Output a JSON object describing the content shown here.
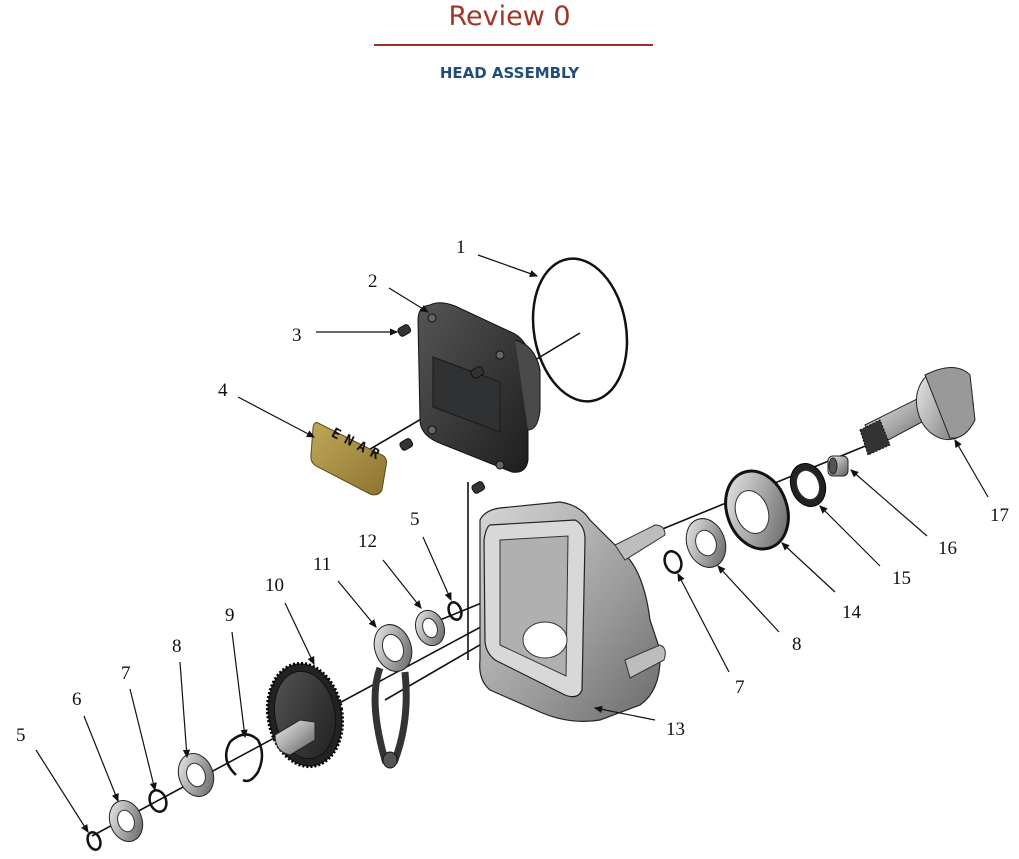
{
  "header": {
    "review": "Review 0",
    "title": "HEAD ASSEMBLY"
  },
  "colors": {
    "review_text": "#a0342a",
    "title_text": "#1f4e79",
    "plate_gold": "#a89040",
    "cover_dark": "#3a3d3f",
    "housing_grey": "#b8b8b8"
  },
  "diagram": {
    "type": "exploded-view",
    "nameplate_text": "ENAR",
    "callouts": [
      {
        "id": "c1",
        "label": "1",
        "part": "o-ring"
      },
      {
        "id": "c2",
        "label": "2",
        "part": "cover"
      },
      {
        "id": "c3",
        "label": "3",
        "part": "screw"
      },
      {
        "id": "c4",
        "label": "4",
        "part": "nameplate"
      },
      {
        "id": "c5a",
        "label": "5",
        "part": "snap-ring"
      },
      {
        "id": "c5b",
        "label": "5",
        "part": "snap-ring"
      },
      {
        "id": "c6",
        "label": "6",
        "part": "bearing"
      },
      {
        "id": "c7a",
        "label": "7",
        "part": "washer"
      },
      {
        "id": "c7b",
        "label": "7",
        "part": "washer"
      },
      {
        "id": "c8a",
        "label": "8",
        "part": "bearing"
      },
      {
        "id": "c8b",
        "label": "8",
        "part": "bearing"
      },
      {
        "id": "c9",
        "label": "9",
        "part": "circlip"
      },
      {
        "id": "c10",
        "label": "10",
        "part": "gear-shaft"
      },
      {
        "id": "c11",
        "label": "11",
        "part": "connecting-rod"
      },
      {
        "id": "c12",
        "label": "12",
        "part": "bearing"
      },
      {
        "id": "c13",
        "label": "13",
        "part": "housing"
      },
      {
        "id": "c14",
        "label": "14",
        "part": "seal-carrier"
      },
      {
        "id": "c15",
        "label": "15",
        "part": "oil-seal"
      },
      {
        "id": "c16",
        "label": "16",
        "part": "needle-bearing"
      },
      {
        "id": "c17",
        "label": "17",
        "part": "pinion-shaft"
      }
    ]
  }
}
